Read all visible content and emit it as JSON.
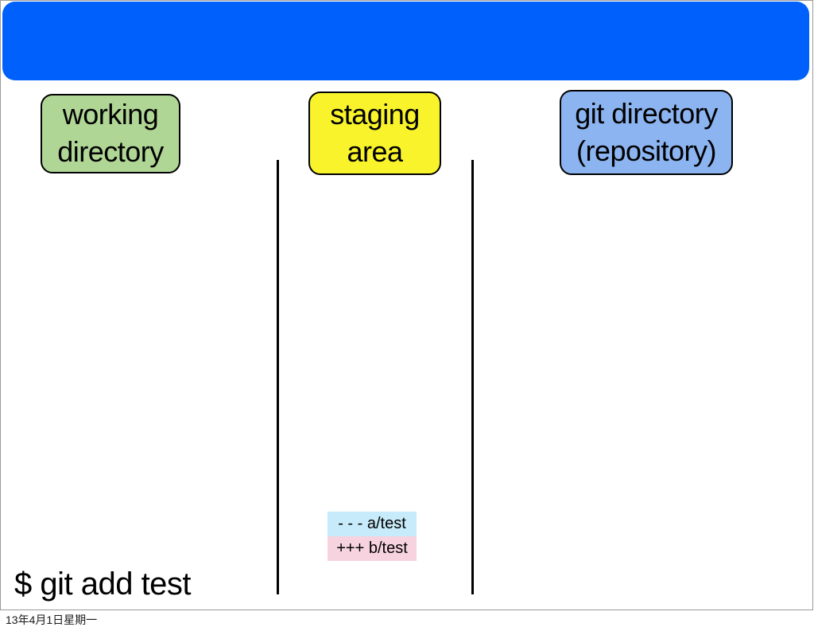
{
  "slide": {
    "title_bar": {
      "text": ""
    },
    "boxes": {
      "working": {
        "line1": "working",
        "line2": "directory",
        "fill": "#B0D696"
      },
      "staging": {
        "line1": "staging",
        "line2": "area",
        "fill": "#F8F32B"
      },
      "git": {
        "line1": "git directory",
        "line2": "(repository)",
        "fill": "#8CB4F0"
      }
    },
    "diff": {
      "removed_line": "- - - a/test",
      "added_line": "+++ b/test",
      "removed_bg": "#C7EBFA",
      "added_bg": "#F7D3DF"
    },
    "command": "$ git add test"
  },
  "footer": {
    "date": "13年4月1日星期一"
  },
  "colors": {
    "title_bar_blue": "#0060FC",
    "divider_black": "#000000",
    "slide_border": "#999999"
  }
}
